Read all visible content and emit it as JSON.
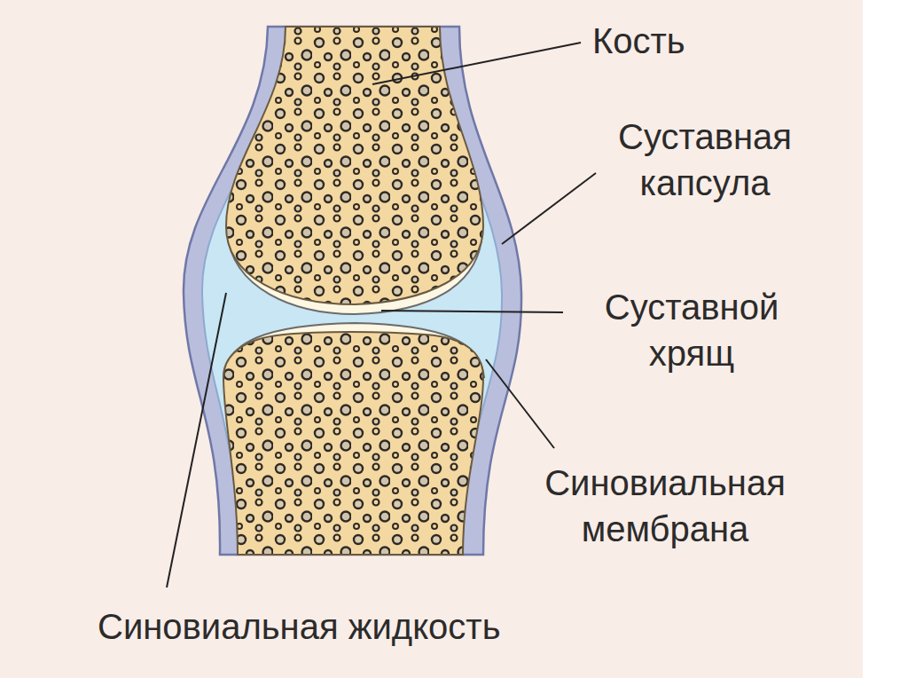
{
  "diagram": {
    "labels": [
      "Кость",
      "Суставная капсула",
      "Суставной хрящ",
      "Синовиальная мембрана",
      "Синовиальная жидкость"
    ]
  }
}
